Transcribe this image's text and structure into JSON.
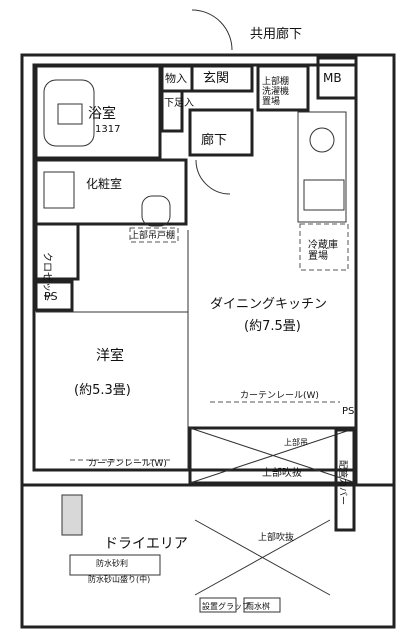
{
  "labels": {
    "corridor": "共用廊下",
    "storage": "物入",
    "entrance": "玄関",
    "mb": "MB",
    "shoe_box": "下足入",
    "hall": "廊下",
    "washer": "上部棚\n洗濯機\n置場",
    "bath": "浴室",
    "bath_size": "1317",
    "vanity": "化粧室",
    "closet": "クロゼット",
    "shelf": "上部吊戸棚",
    "ps_left": "PS",
    "fridge": "冷蔵庫\n置場",
    "dining": "ダイニングキッチン",
    "dining_size": "(約7.5畳)",
    "western": "洋室",
    "western_size": "(約5.3畳)",
    "curtain_top": "カーテンレール(W)",
    "curtain_bottom": "カーテンレール(W)",
    "ps_right": "PS",
    "upper_top": "上部吊",
    "upper_mid": "上部吹抜",
    "pipe_cover": "配管カバー",
    "dry_area": "ドライエリア",
    "drain": "雨水桝",
    "drain_label1": "防水砂利",
    "drain_label2": "防水砂山盛り(中)",
    "dry_upper": "上部吹抜",
    "bottom_box": "雨水桝",
    "bottom_box2": "設置グラップ"
  }
}
